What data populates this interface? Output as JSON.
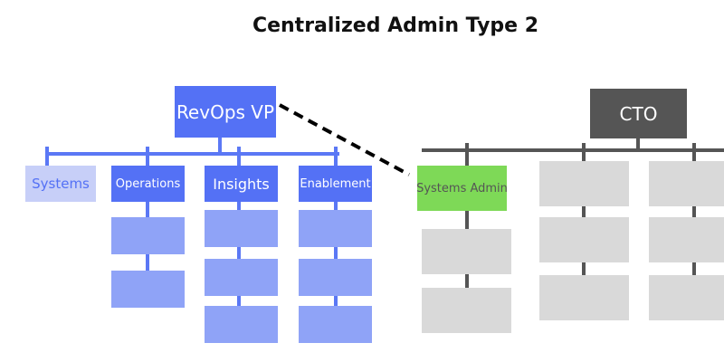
{
  "title": "Centralized Admin Type 2",
  "colors": {
    "revops_primary": "#5471f5",
    "revops_line": "#5b78f5",
    "revops_light": "#c7cff8",
    "revops_box": "#8fa3f7",
    "cto_box": "#555555",
    "cto_line": "#555555",
    "systems_admin": "#7ed957",
    "gray_box": "#d9d9d9",
    "dashed": "#000000"
  },
  "revops": {
    "head": {
      "label": "RevOps VP"
    },
    "departments": [
      {
        "label": "Systems"
      },
      {
        "label": "Operations"
      },
      {
        "label": "Insights"
      },
      {
        "label": "Enablement"
      }
    ]
  },
  "cto": {
    "head": {
      "label": "CTO"
    },
    "departments": [
      {
        "label": "Systems Admin"
      }
    ]
  }
}
